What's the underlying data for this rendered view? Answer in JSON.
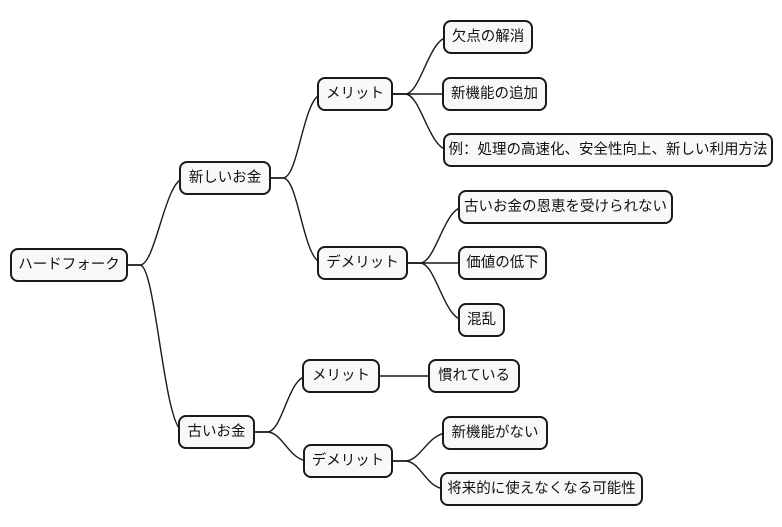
{
  "theme": {
    "node-fill": "#f8f8f8",
    "node-border": "#1a1a1a",
    "edge-color": "#1a1a1a",
    "text-color": "#111111",
    "page-bg": "#ffffff"
  },
  "diagram": {
    "type": "mindmap",
    "root": {
      "label": "ハードフォーク",
      "children": [
        {
          "label": "新しいお金",
          "children": [
            {
              "label": "メリット",
              "children": [
                {
                  "label": "欠点の解消"
                },
                {
                  "label": "新機能の追加"
                },
                {
                  "label": "例：処理の高速化、安全性向上、新しい利用方法"
                }
              ]
            },
            {
              "label": "デメリット",
              "children": [
                {
                  "label": "古いお金の恩恵を受けられない"
                },
                {
                  "label": "価値の低下"
                },
                {
                  "label": "混乱"
                }
              ]
            }
          ]
        },
        {
          "label": "古いお金",
          "children": [
            {
              "label": "メリット",
              "children": [
                {
                  "label": "慣れている"
                }
              ]
            },
            {
              "label": "デメリット",
              "children": [
                {
                  "label": "新機能がない"
                },
                {
                  "label": "将来的に使えなくなる可能性"
                }
              ]
            }
          ]
        }
      ]
    }
  }
}
